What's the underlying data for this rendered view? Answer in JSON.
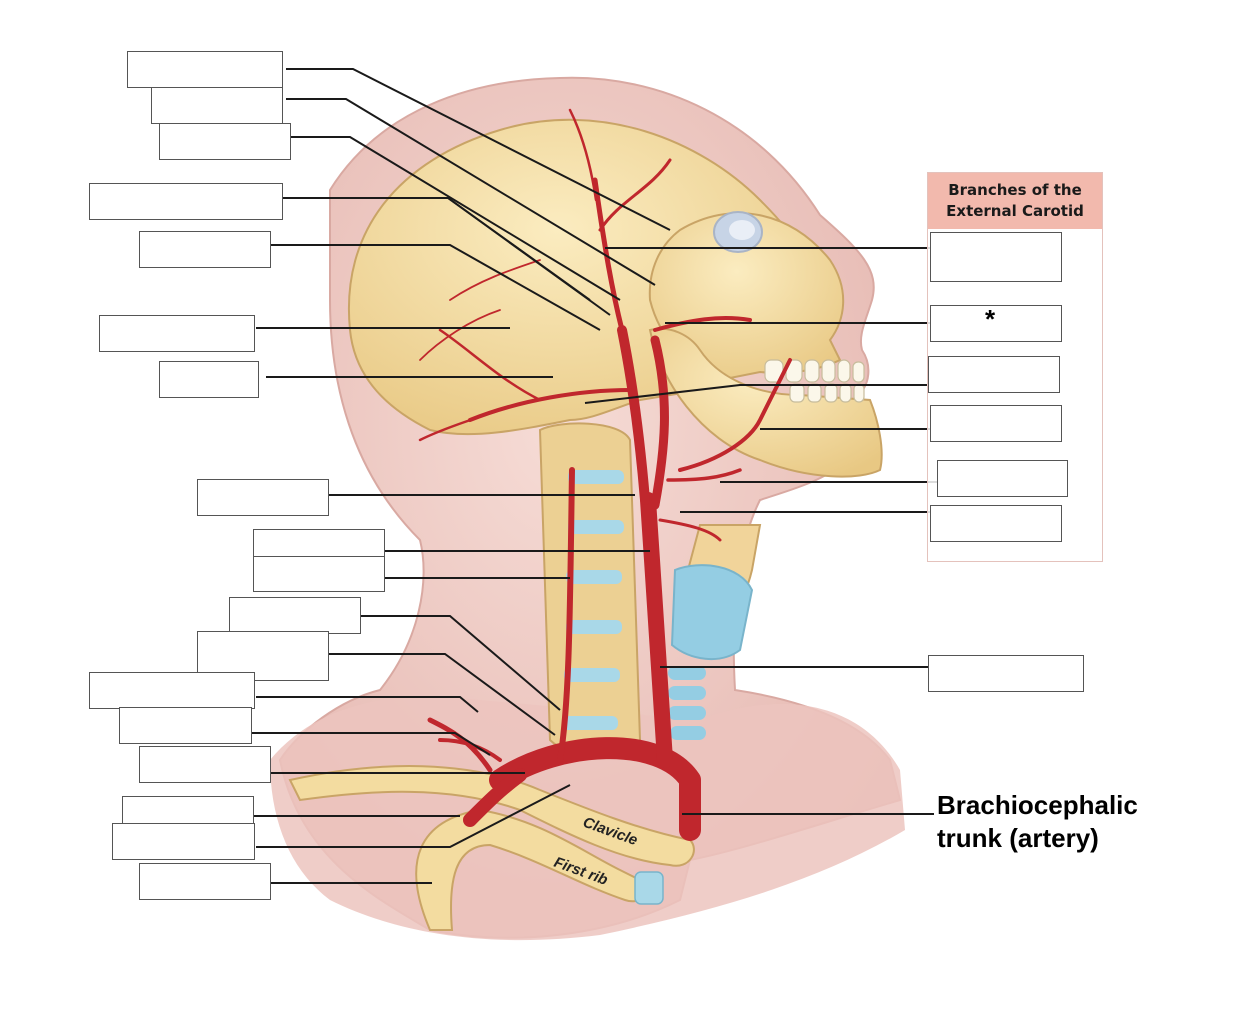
{
  "panel": {
    "title_line1": "Branches of the",
    "title_line2": "External Carotid"
  },
  "marker": {
    "star": "*"
  },
  "labels": {
    "brachiocephalic_line1": "Brachiocephalic",
    "brachiocephalic_line2": "trunk (artery)",
    "clavicle": "Clavicle",
    "first_rib": "First rib"
  },
  "colors": {
    "artery": "#c0272d",
    "bone": "#f3dca0",
    "skin": "#ecc9c4",
    "cartilage": "#9dd3e6",
    "panel_header": "#f2b9ad"
  }
}
